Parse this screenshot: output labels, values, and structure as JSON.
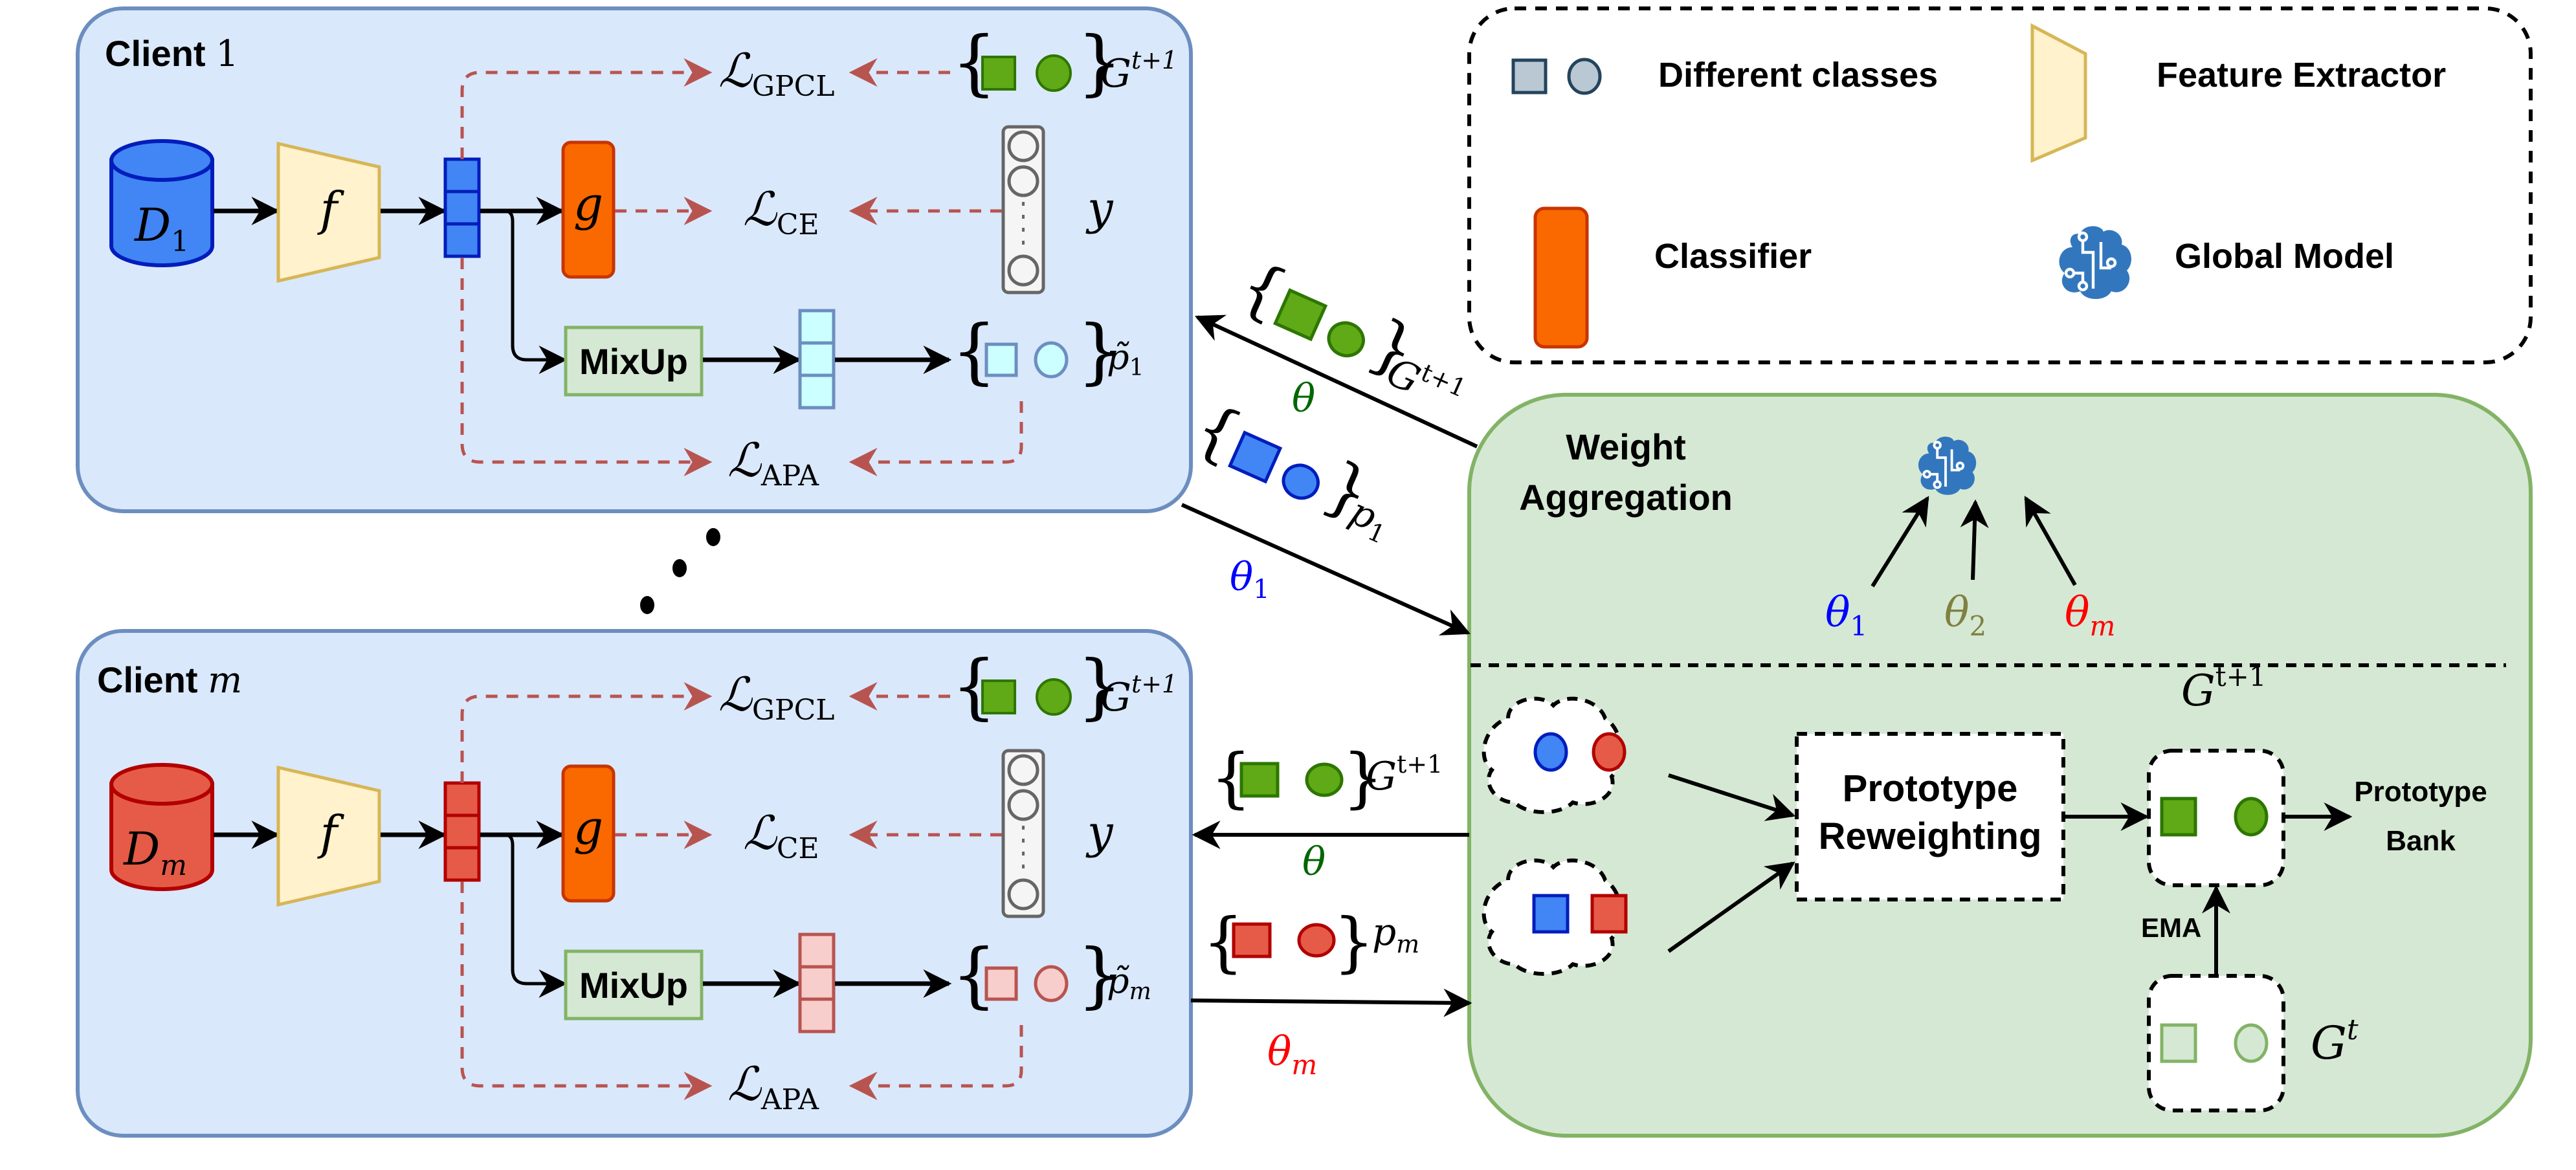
{
  "colors": {
    "client_fill": "#dae8fc",
    "client_stroke": "#6c8ebf",
    "server_fill": "#d5e8d4",
    "server_stroke": "#82b366",
    "dashed_loss": "#b85450",
    "feature_fill": "#fff2cc",
    "feature_stroke": "#d6b656",
    "classifier_fill": "#fa6800",
    "classifier_stroke": "#c73500",
    "client1_blue": "#4285f4",
    "client1_blue_stroke": "#001dbc",
    "clientm_red": "#e55b47",
    "clientm_red_stroke": "#b20000",
    "proto_green": "#60a917",
    "proto_green_stroke": "#2d7600",
    "theta_green": "#006600",
    "theta1_blue": "#0000ff",
    "theta2_olive": "#808040",
    "thetam_red": "#ff0000",
    "global_model_blue": "#3277bd"
  },
  "legend": {
    "different_classes": "Different classes",
    "feature_extractor": "Feature Extractor",
    "classifier": "Classifier",
    "global_model": "Global Model"
  },
  "client1": {
    "title": "Client",
    "index": "1",
    "dataset": "D",
    "dataset_sub": "1",
    "extractor": "f",
    "classifier": "g",
    "mixup": "MixUp",
    "loss_gpcl": "ℒ",
    "loss_gpcl_sub": "GPCL",
    "loss_ce": "ℒ",
    "loss_ce_sub": "CE",
    "loss_apa": "ℒ",
    "loss_apa_sub": "APA",
    "global_proto": "G",
    "global_proto_sup": "t+1",
    "label": "y",
    "aug_proto": "p̃",
    "aug_proto_sub": "1"
  },
  "clientm": {
    "title": "Client",
    "index": "m",
    "dataset": "D",
    "dataset_sub": "m",
    "extractor": "f",
    "classifier": "g",
    "mixup": "MixUp",
    "loss_gpcl": "ℒ",
    "loss_gpcl_sub": "GPCL",
    "loss_ce": "ℒ",
    "loss_ce_sub": "CE",
    "loss_apa": "ℒ",
    "loss_apa_sub": "APA",
    "global_proto": "G",
    "global_proto_sup": "t+1",
    "label": "y",
    "aug_proto": "p̃",
    "aug_proto_sub": "m"
  },
  "links": {
    "down1_proto": "G",
    "down1_proto_sup": "t+1",
    "down1_param": "θ",
    "up1_proto": "p",
    "up1_proto_sub": "1",
    "up1_param": "θ",
    "up1_param_sub": "1",
    "downm_proto": "G",
    "downm_proto_sup": "t+1",
    "downm_param": "θ",
    "upm_proto": "p",
    "upm_proto_sub": "m",
    "upm_param": "θ",
    "upm_param_sub": "m"
  },
  "server": {
    "weight_aggregation_line1": "Weight",
    "weight_aggregation_line2": "Aggregation",
    "theta": "θ",
    "theta1_sub": "1",
    "theta2_sub": "2",
    "thetam_sub": "m",
    "global_proto": "G",
    "global_proto_sup": "t+1",
    "reweighting_line1": "Prototype",
    "reweighting_line2": "Reweighting",
    "bank_line1": "Prototype",
    "bank_line2": "Bank",
    "ema": "EMA",
    "prev_proto": "G",
    "prev_proto_sup": "t"
  },
  "ellipsis": "⋰"
}
